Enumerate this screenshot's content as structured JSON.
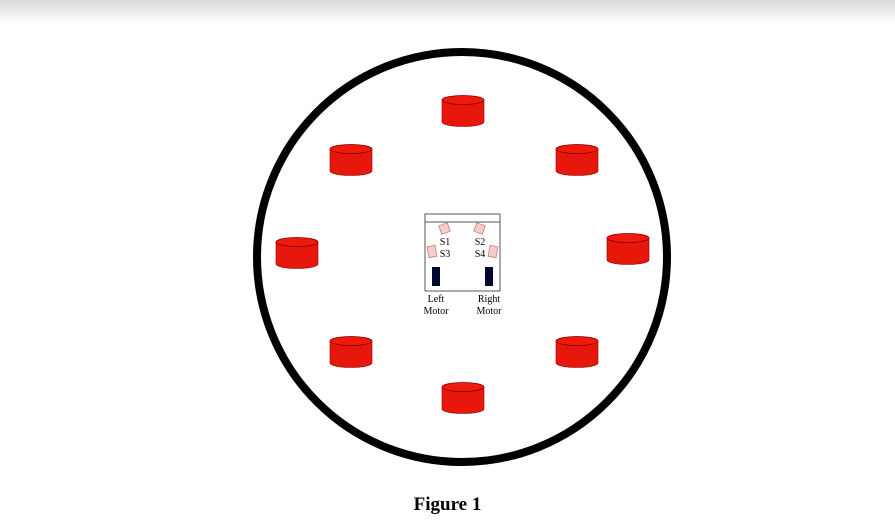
{
  "figure": {
    "caption": "Figure 1",
    "colors": {
      "arena_border": "#000000",
      "cylinder_fill": "#e8170c",
      "cylinder_top": "#f0190d",
      "cylinder_edge": "#8a0000",
      "sensor_fill": "#f7cccc",
      "sensor_edge": "#d07a7a",
      "motor_fill": "#000a2e",
      "robot_border": "#555555"
    },
    "robot": {
      "sensors": [
        "S1",
        "S2",
        "S3",
        "S4"
      ],
      "motors": {
        "left": {
          "line1": "Left",
          "line2": "Motor"
        },
        "right": {
          "line1": "Right",
          "line2": "Motor"
        }
      }
    },
    "obstacles": [
      {
        "name": "cylinder-top"
      },
      {
        "name": "cylinder-top-right"
      },
      {
        "name": "cylinder-right"
      },
      {
        "name": "cylinder-bottom-right"
      },
      {
        "name": "cylinder-bottom"
      },
      {
        "name": "cylinder-bottom-left"
      },
      {
        "name": "cylinder-left"
      },
      {
        "name": "cylinder-top-left"
      }
    ]
  }
}
